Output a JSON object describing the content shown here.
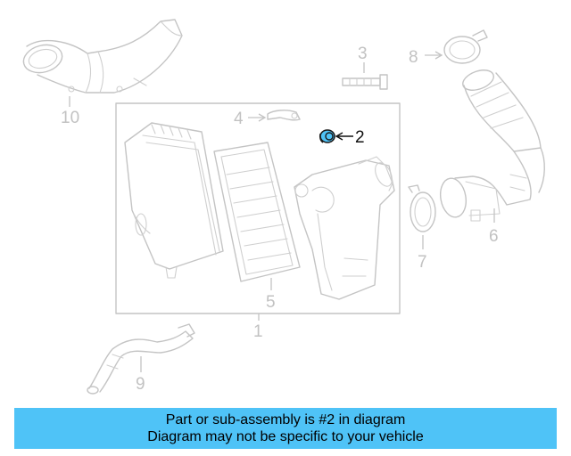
{
  "callouts": {
    "c1": "1",
    "c2": "2",
    "c3": "3",
    "c4": "4",
    "c5": "5",
    "c6": "6",
    "c7": "7",
    "c8": "8",
    "c9": "9",
    "c10": "10"
  },
  "highlight": {
    "part": "2",
    "color": "#4fc3f7"
  },
  "banner": {
    "line1": "Part or sub-assembly is #2 in diagram",
    "line2": "Diagram may not be specific to your vehicle",
    "background": "#4fc3f7"
  }
}
